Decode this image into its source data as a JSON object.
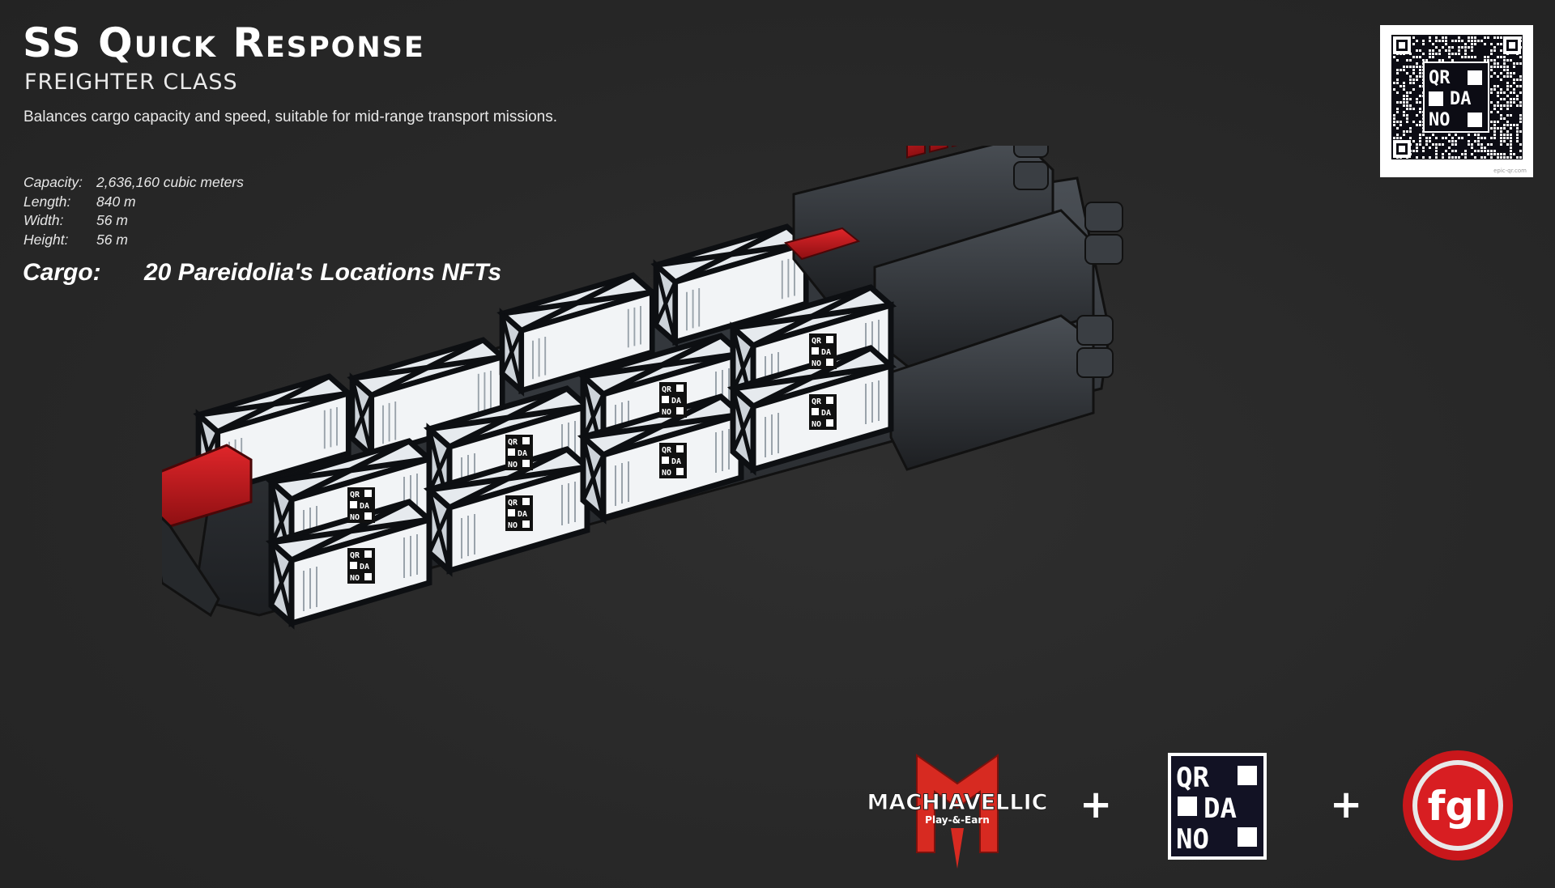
{
  "header": {
    "title": "SS Quick Response",
    "subtitle": "FREIGHTER CLASS",
    "description": "Balances cargo capacity and speed, suitable for mid-range transport missions."
  },
  "specs": [
    {
      "label": "Capacity:",
      "value": "2,636,160 cubic meters"
    },
    {
      "label": "Length:",
      "value": "840 m"
    },
    {
      "label": "Width:",
      "value": "56 m"
    },
    {
      "label": "Height:",
      "value": "56 m"
    }
  ],
  "cargo": {
    "label": "Cargo:",
    "value": "20 Pareidolia's Locations NFTs"
  },
  "qr_card": {
    "logo_lines": [
      "QR",
      "DA",
      "NO"
    ],
    "caption": "epic-qr.com"
  },
  "container_mark": [
    "QR",
    "DA",
    "NO"
  ],
  "footer": {
    "machiavellic_name": "MACHIAVELLIC",
    "machiavellic_tagline": "Play-&-Earn",
    "plus_1": "+",
    "plus_2": "+",
    "qrdano_lines": [
      "QR",
      "DA",
      "NO"
    ],
    "fgl_label": "fgl"
  },
  "colors": {
    "background": "#2a2a2a",
    "accent_red": "#c8161b",
    "container": "#eef1f4",
    "hull": "#2b2e31"
  }
}
